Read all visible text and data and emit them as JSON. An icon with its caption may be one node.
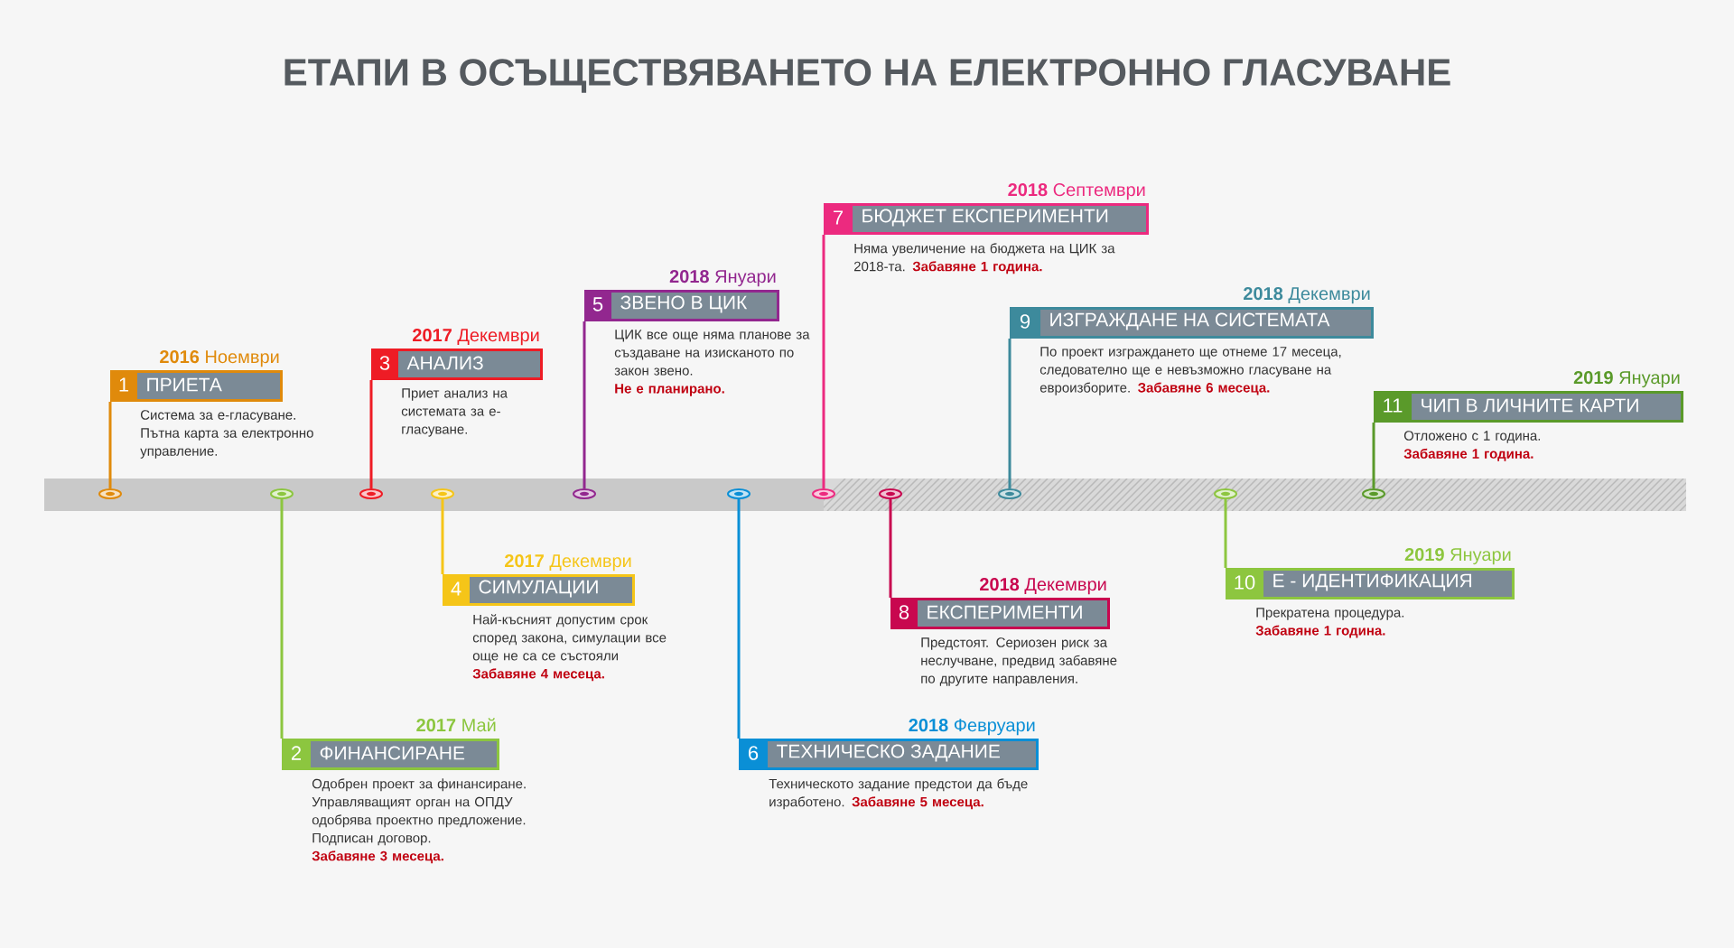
{
  "diagram": {
    "title": "ЕТАПИ В ОСЪЩЕСТВЯВАНЕТО НА ЕЛЕКТРОННО ГЛАСУВАНЕ",
    "nodes": [
      {
        "text": [
          "1",
          "ПРИЕТА",
          "Система за е-гласуване. Пътна карта за електронно управление."
        ],
        "beside": [
          "**2016** Ноември"
        ]
      },
      {
        "text": [
          "2",
          "ФИНАНСИРАНЕ",
          "Одобрен проект за финансиране. Управляващият орган на ОПДУ одобрява проектно предложение. Подписан договор.",
          "Забавяне 3 месеца."
        ],
        "beside": [
          "**2017** Май"
        ]
      },
      {
        "text": [
          "3",
          "АНАЛИЗ",
          "Приет анализ на системата за е-гласуване."
        ],
        "beside": [
          "**2017** Декември"
        ]
      },
      {
        "text": [
          "4",
          "СИМУЛАЦИИ",
          "Най-късният допустим срок според закона, симулации все още не са се състояли",
          "Забавяне 4 месеца."
        ],
        "beside": [
          "**2017** Декември"
        ]
      },
      {
        "text": [
          "5",
          "ЗВЕНО В ЦИК",
          "ЦИК все още няма планове за създаване на изисканото по закон звено.",
          "Не е планирано."
        ],
        "beside": [
          "**2018** Януари"
        ]
      },
      {
        "text": [
          "6",
          "ТЕХНИЧЕСКО ЗАДАНИЕ",
          "Техническото задание предстои да бъде изработено.",
          "Забавяне 5 месеца."
        ],
        "beside": [
          "**2018** Февруари"
        ]
      },
      {
        "text": [
          "7",
          "БЮДЖЕТ ЕКСПЕРИМЕНТИ",
          "Няма увеличение на бюджета на ЦИК за 2018-та.",
          "Забавяне 1 година."
        ],
        "beside": [
          "**2018** Септември"
        ]
      },
      {
        "text": [
          "8",
          "ЕКСПЕРИМЕНТИ",
          "Предстоят. Сериозен риск за неслучване, предвид забавяне по другите направления."
        ],
        "beside": [
          "**2018** Декември"
        ]
      },
      {
        "text": [
          "9",
          "ИЗГРАЖДАНЕ НА СИСТЕМАТА",
          "По проект изграждането ще отнеме 17 месеца, следователно ще е невъзможно гласуване на евроизборите.",
          "Забавяне 6 месеца."
        ],
        "beside": [
          "**2018** Декември"
        ]
      },
      {
        "text": [
          "10",
          "Е - ИДЕНТИФИКАЦИЯ",
          "Прекратена процедура.",
          "Забавяне 1 година."
        ],
        "beside": [
          "**2019** Януари"
        ]
      },
      {
        "text": [
          "11",
          "ЧИП В ЛИЧНИТЕ КАРТИ",
          "Отложено с 1 година.",
          "Забавяне 1 година."
        ],
        "beside": [
          "**2019** Януари"
        ]
      },
      {
        "text": [],
        "shape": "circle"
      },
      {
        "text": [],
        "shape": "circle"
      },
      {
        "text": [],
        "shape": "circle"
      },
      {
        "text": [],
        "shape": "circle"
      },
      {
        "text": [],
        "shape": "circle"
      },
      {
        "text": [],
        "shape": "circle"
      },
      {
        "text": [],
        "shape": "circle"
      },
      {
        "text": [],
        "shape": "circle"
      },
      {
        "text": [],
        "shape": "circle"
      },
      {
        "text": [],
        "shape": "circle"
      },
      {
        "text": [],
        "shape": "circle"
      }
    ],
    "edges": [
      {
        "from": 11,
        "to": 0,
        "arrow": "none",
        "color": "#e08a0b"
      },
      {
        "from": 12,
        "to": 1,
        "arrow": "none",
        "color": "#8cc63f"
      },
      {
        "from": 13,
        "to": 2,
        "arrow": "none",
        "color": "#ee1c25"
      },
      {
        "from": 14,
        "to": 3,
        "arrow": "none",
        "color": "#f5c518"
      },
      {
        "from": 15,
        "to": 4,
        "arrow": "none",
        "color": "#92278f"
      },
      {
        "from": 16,
        "to": 5,
        "arrow": "none",
        "color": "#0a8fd6"
      },
      {
        "from": 17,
        "to": 6,
        "arrow": "none",
        "color": "#ec2a7f"
      },
      {
        "from": 18,
        "to": 7,
        "arrow": "none",
        "color": "#c8074f"
      },
      {
        "from": 19,
        "to": 8,
        "arrow": "none",
        "color": "#3d8a9c"
      },
      {
        "from": 20,
        "to": 9,
        "arrow": "none",
        "color": "#8dc63f"
      },
      {
        "from": 21,
        "to": 10,
        "arrow": "none",
        "color": "#5a9a2a"
      }
    ]
  }
}
